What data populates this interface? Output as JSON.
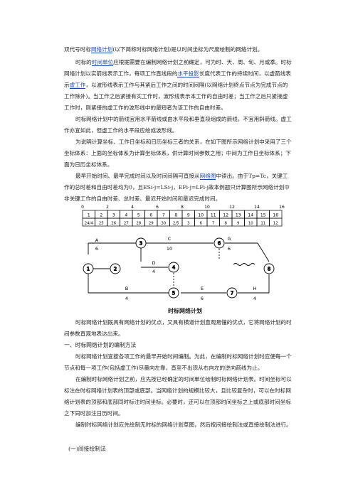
{
  "para1": {
    "a": "双代号时标",
    "link1": "网络计划",
    "b": "(以下简称时标网络计划)是以时间坐标为尺度绘制的网络计划。"
  },
  "para2": {
    "a": "时标的",
    "link1": "时间单位",
    "b": "应根据需要在编制网络计划之前确定，可为时、天、周、旬、月或季。时标网络计划以实箭线表示工作，每项工作直线段的",
    "link2": "水平投影",
    "c": "长度代表工作的持续时间，以虚箭线表示",
    "link3": "虚工作",
    "d": "，以波形线表示工作与其紧后工作之间的时间间隔(以网络计划终点节点为完成节点的工作除外)。当工作之后紧接有实工作时，波形线表示本工作的自由时差；当工作之后只紧接虚工作时，则紧接的虚工作的波形线中的最短者为该工作的自由时差。"
  },
  "para3": "时标网络计划中的箭线宜用水平箭线或由水平段和垂直段组成的箭线，不宜用斜箭线。虚工作亦宜如此，但虚工作的水平段应绘成波形线。",
  "para4": "为说明计算坐标、工作日坐标和日历坐标三者的关系，在如下图所示网络计划中采用了三个坐标体系：上面的坐标体系为计算坐标体系，供计算时间参数之用；中间为工作日坐标体系；下面为日历坐标体系。",
  "para5": {
    "a": "最早开始时间、最早完成时间以及时间间隔可直接从",
    "link1": "网络图",
    "b": "中读出。由于Tp=Tc，关键工作的总时差和自由时差均为0，且ESi-j=LSi-j，EFi-j=LFi-j故本例题只计算图所示网络计划中非关键工作的自由时差、总时差、最迟开始时间和最迟完成时间。"
  },
  "diagram": {
    "calc_ticks": [
      "0",
      "2",
      "4",
      "6",
      "8",
      "10",
      "12",
      "14",
      "16"
    ],
    "workday_row": [
      "1",
      "2",
      "3",
      "4",
      "5",
      "6",
      "7",
      "8",
      "9",
      "10",
      "11",
      "12",
      "13",
      "14",
      "15",
      "16"
    ],
    "calendar_row": [
      "24/4",
      "25",
      "26",
      "27",
      "28",
      "29",
      "30",
      "2/5",
      "3",
      "6",
      "7",
      "8",
      "9",
      "10",
      "11",
      "12"
    ],
    "activities": [
      {
        "name": "A",
        "duration": "6"
      },
      {
        "name": "C",
        "duration": "10"
      },
      {
        "name": "G",
        "duration": "6"
      },
      {
        "name": "D",
        "duration": "4"
      },
      {
        "name": "B",
        "duration": "4"
      },
      {
        "name": "E",
        "duration": "6"
      },
      {
        "name": "H",
        "duration": "4"
      }
    ],
    "nodes": [
      "1",
      "2",
      "3",
      "4",
      "5",
      "6",
      "7",
      "8"
    ]
  },
  "caption": "时标网络计划",
  "para6": "时标网络计划既具有网络计划的优点，又具有横道计划直观易懂的优点，它将网络计划的时间参数直观地表达出来。",
  "heading1": "一、时标网络计划的编制方法",
  "para7": "时标网络计划宜按各项工作的最早开始时间编制。为此，在编制时标网络计划时应使每一个节点和每一项工作(包括虚工作)尽量向左靠，直至不出现从右向左的逆向箭线为止。",
  "para8": "在编制时标网络计划之前，应先按已经确定的时间单位绘制时标网络计划表。时间坐标可以标注在时标网络计划表的顶部或底部。当网络计划的规模比较大，且比较复杂时，可以在时标网络计划表的顶部和底部同时标注时间坐标。必要时，还可以在顶部时间坐标之上或底部时间坐标之下同时加注日历时间。",
  "para9": "编制时标网络计划应先绘制无时标的网络计划草图，然后按间接绘制法或直接绘制法进行。",
  "heading2": "(一)间接绘制法"
}
